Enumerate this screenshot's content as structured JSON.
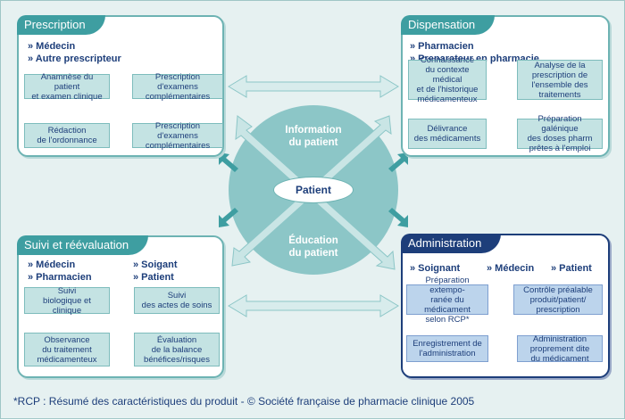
{
  "prescription": {
    "title": "Prescription",
    "roles": [
      "» Médecin",
      "» Autre prescripteur"
    ],
    "boxes": {
      "anamnese": "Anamnèse du patient\net examen clinique",
      "prescr1": "Prescription d'examens\ncomplémentaires",
      "redaction": "Rédaction\nde l'ordonnance",
      "prescr2": "Prescription d'examens\ncomplémentaires"
    }
  },
  "dispensation": {
    "title": "Dispensation",
    "roles": [
      "» Pharmacien",
      "» Preparateur en pharmacie"
    ],
    "boxes": {
      "connaissance": "Connaissance\ndu contexte médical\net de l'historique\nmédicamenteux",
      "analyse": "Analyse de la\nprescription de\nl'ensemble des\ntraitements",
      "delivrance": "Délivrance\ndes médicaments",
      "preparation": "Préparation galénique\ndes doses pharm\nprêtes à l'emploi"
    }
  },
  "suivi": {
    "title": "Suivi et réévaluation",
    "roles_left": [
      "» Médecin",
      "» Pharmacien"
    ],
    "roles_right": [
      "» Soigant",
      "» Patient"
    ],
    "boxes": {
      "bio": "Suivi\nbiologique et clinique",
      "soins": "Suivi\ndes actes de soins",
      "observance": "Observance\ndu traitement\nmédicamenteux",
      "evaluation": "Évaluation\nde la balance\nbénéfices/risques"
    }
  },
  "administration": {
    "title": "Administration",
    "roles": [
      "» Soignant",
      "» Médecin",
      "» Patient"
    ],
    "boxes": {
      "prep": "Préparation extempo-\nranée du médicament\nselon RCP*",
      "controle": "Contrôle préalable\nproduit/patient/\nprescription",
      "enreg": "Enregistrement de\nl'administration",
      "admin": "Administration\nproprement dite\ndu médicament"
    }
  },
  "center": {
    "information": "Information\ndu patient",
    "education": "Éducation\ndu patient",
    "patient": "Patient"
  },
  "footnote": "*RCP : Résumé des caractéristiques du produit - © Société française de pharmacie clinique 2005",
  "colors": {
    "teal": "#3e9ea1",
    "navy": "#1d3e7a",
    "box_teal": "#c4e3e3",
    "box_blue": "#bcd4ec",
    "circle": "#8cc6c7"
  }
}
